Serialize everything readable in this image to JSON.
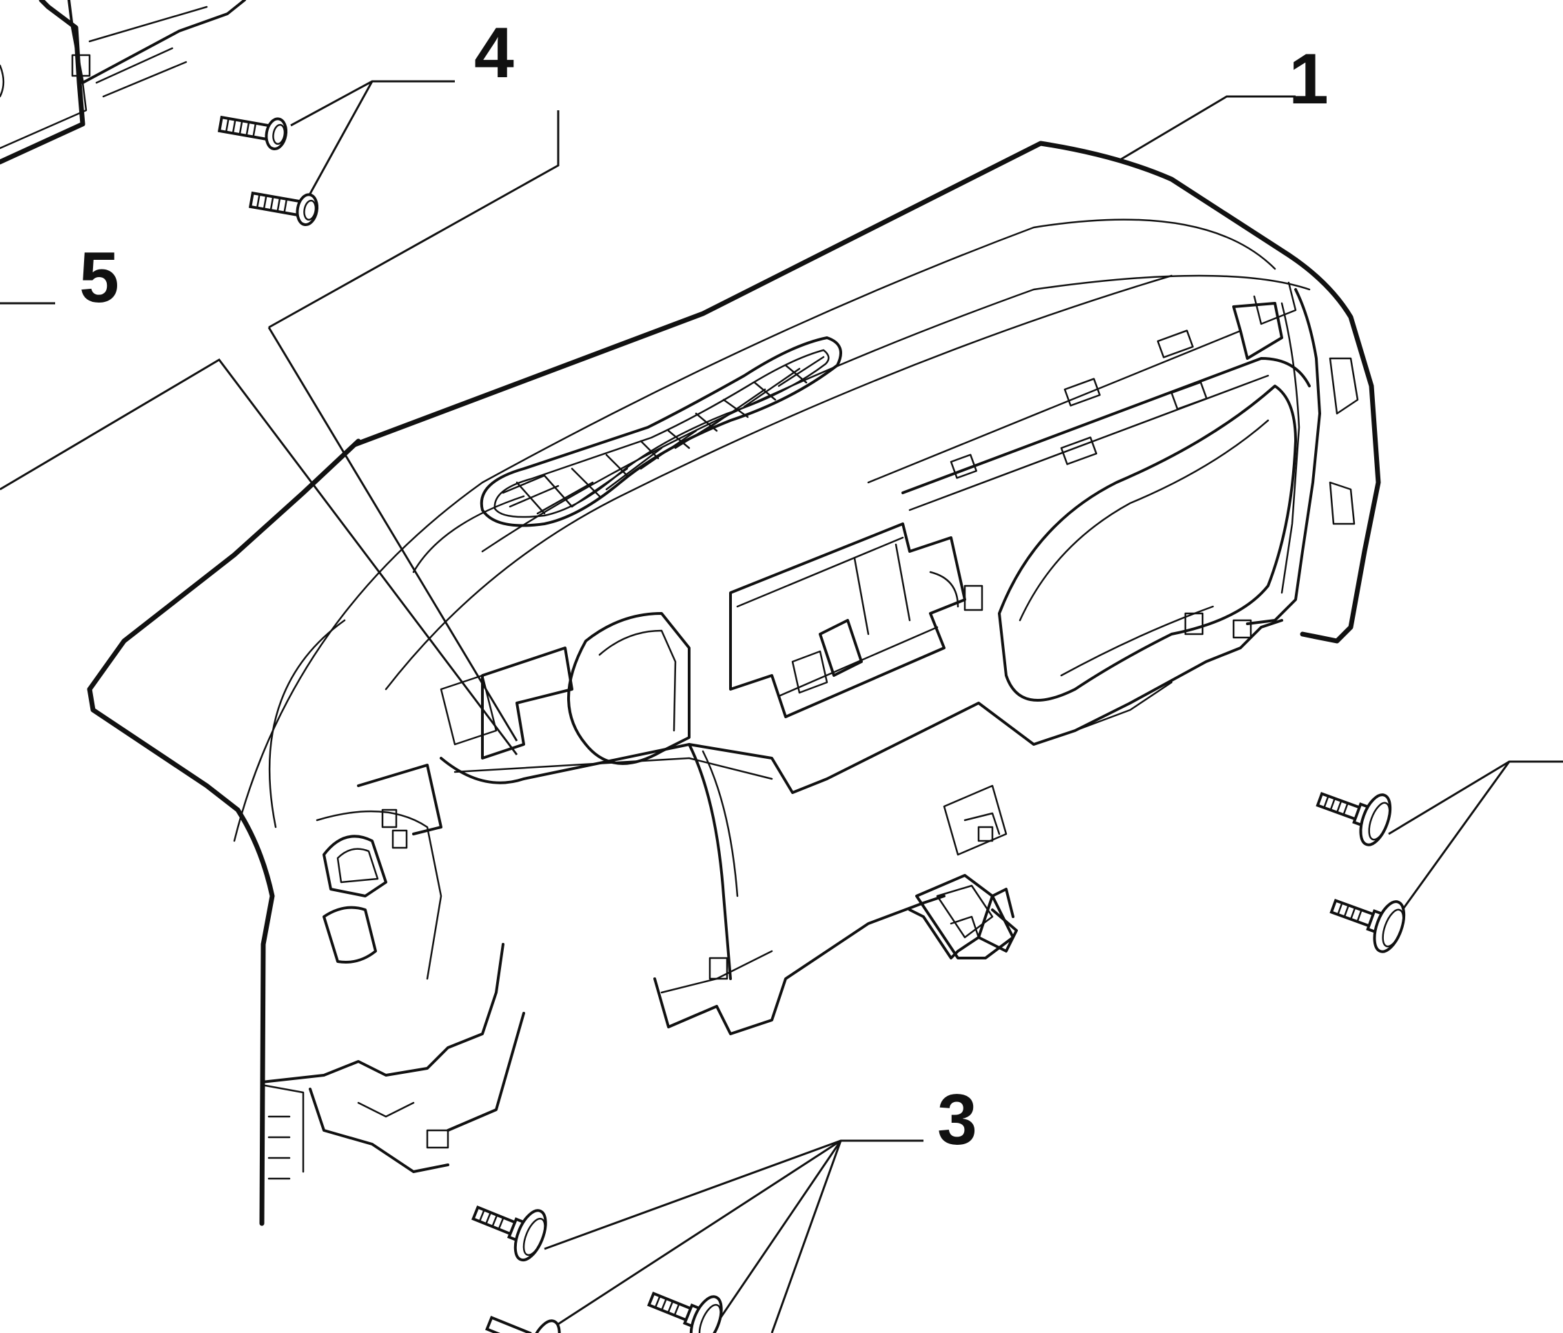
{
  "colors": {
    "ink": "#111111",
    "background": "#ffffff"
  },
  "callouts": [
    {
      "id": "1",
      "label": "1",
      "part": "dashboard-panel"
    },
    {
      "id": "3",
      "label": "3",
      "part": "lower-mounting-screws"
    },
    {
      "id": "4",
      "label": "4",
      "part": "upper-bolts"
    },
    {
      "id": "5",
      "label": "5",
      "part": "side-panel"
    }
  ],
  "icons": [
    "bolt-icon",
    "flange-screw-icon"
  ]
}
